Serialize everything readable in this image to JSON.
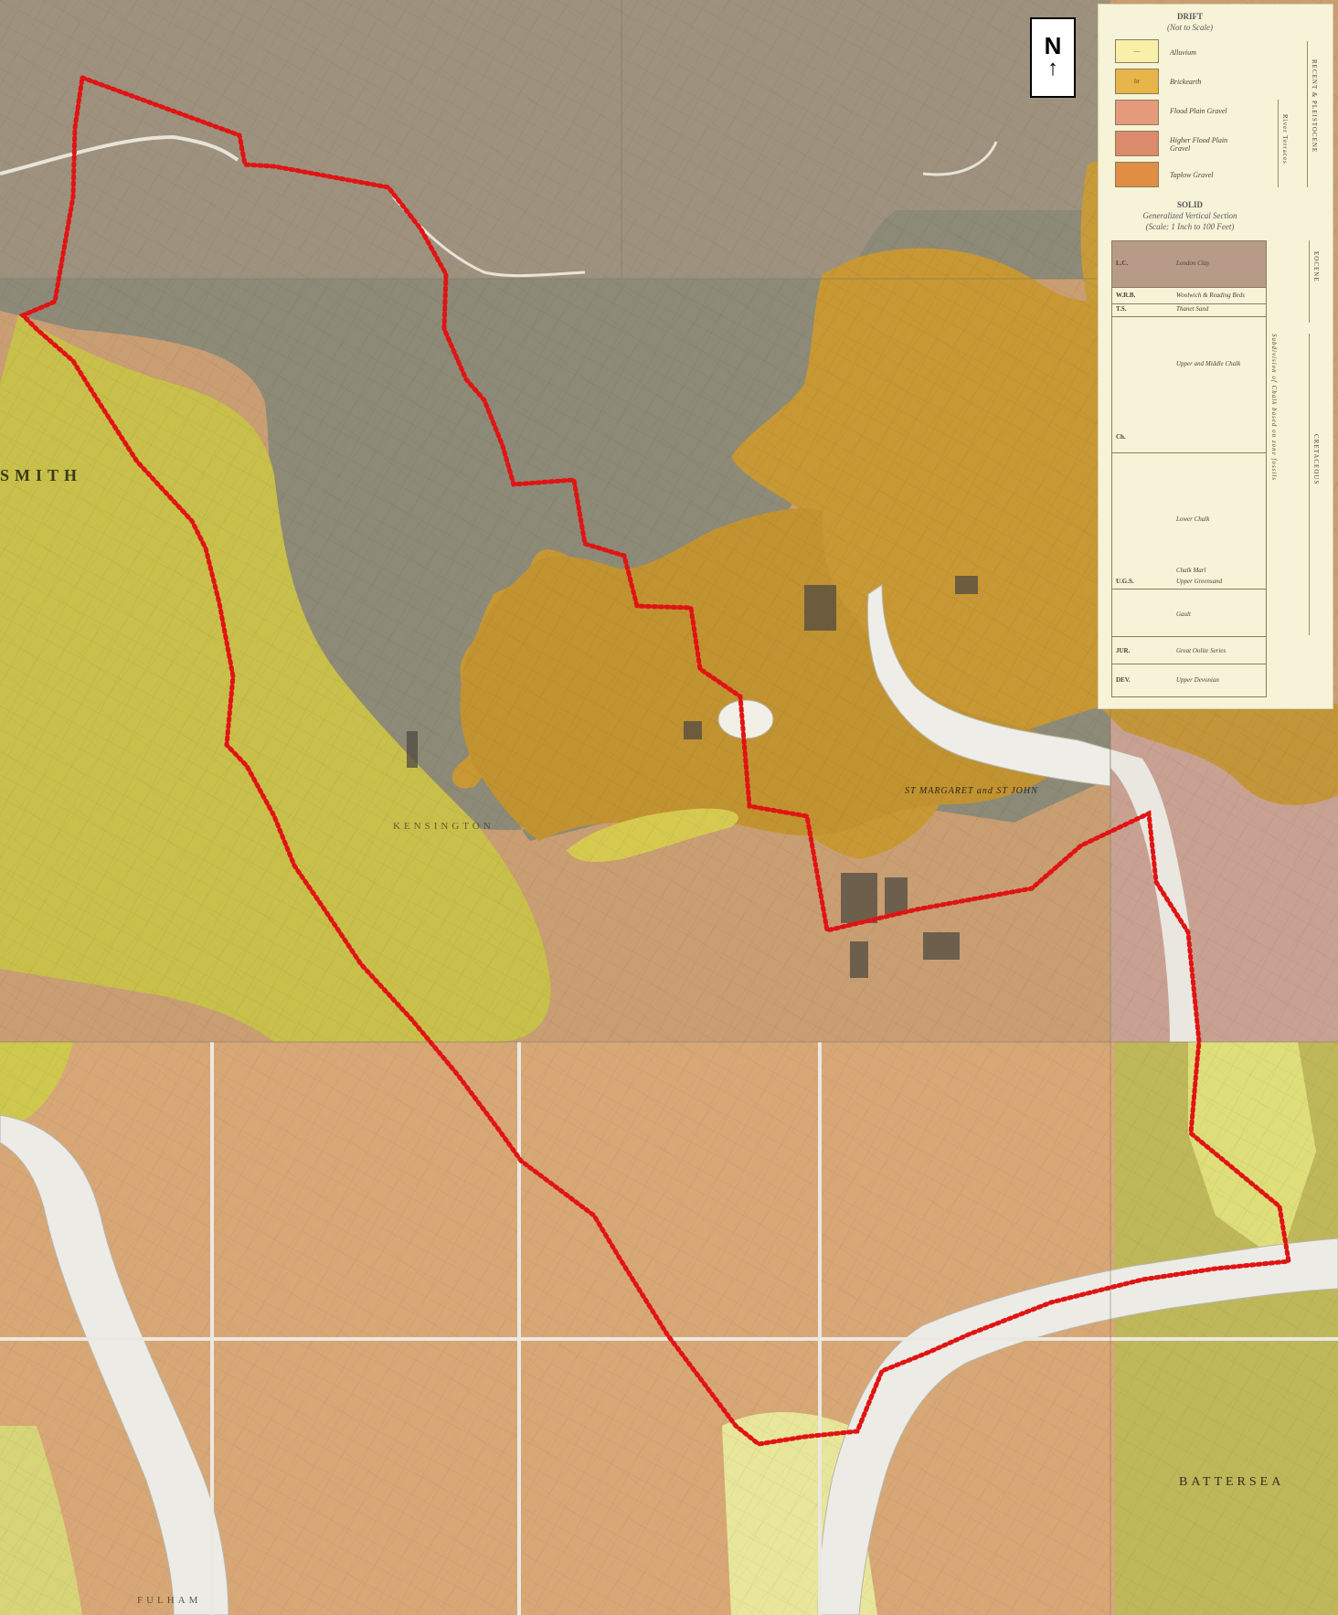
{
  "compass": {
    "label": "N",
    "arrow": "↑",
    "icon": "north-arrow-icon"
  },
  "colors": {
    "background": "#c89c70",
    "london_clay": "#8a8672",
    "brickearth": "#d4a12c",
    "flood_plain_gravel": "#d7b2a2",
    "alluvium": "#eef17a",
    "river": "#f4f1ea",
    "grid_line": "#e6e2da",
    "boundary": "#e01414"
  },
  "legend": {
    "drift": {
      "title": "DRIFT",
      "subtitle": "(Not to Scale)",
      "side_label": "RECENT & PLEISTOCENE",
      "sub_side_label": "River Terraces",
      "items": [
        {
          "code": "—",
          "label": "Alluvium",
          "color": "#f8f0a8"
        },
        {
          "code": "br",
          "label": "Brickearth",
          "color": "#e7b54a"
        },
        {
          "code": "",
          "label": "Flood Plain Gravel",
          "color": "#e59a7c"
        },
        {
          "code": "",
          "label": "Higher Flood Plain Gravel",
          "color": "#dc8a6c"
        },
        {
          "code": "",
          "label": "Taplow Gravel",
          "color": "#e08e43"
        }
      ]
    },
    "solid": {
      "title": "SOLID",
      "subtitle": "Generalized Vertical Section",
      "scale": "(Scale: 1 Inch to 100 Feet)",
      "side_label_eocene": "EOCENE",
      "side_label_cretaceous": "CRETACEOUS",
      "rows": [
        {
          "code": "L.C.",
          "label": "London Clay",
          "color": "#b89a88"
        },
        {
          "code": "W.R.B.",
          "label": "Woolwich & Reading Beds",
          "color": "#f7f3d8"
        },
        {
          "code": "T.S.",
          "label": "Thanet Sand",
          "color": "#f7f3d8"
        },
        {
          "code": "",
          "label": "Upper and Middle Chalk",
          "color": "#f7f3d8"
        },
        {
          "code": "Ch.",
          "label": "",
          "color": "#f7f3d8"
        },
        {
          "code": "",
          "label": "Lower Chalk",
          "color": "#f7f3d8"
        },
        {
          "code": "",
          "label": "Chalk Marl",
          "color": "#f7f3d8"
        },
        {
          "code": "U.G.S.",
          "label": "Upper Greensand",
          "color": "#f7f3d8"
        },
        {
          "code": "",
          "label": "Gault",
          "color": "#f7f3d8"
        },
        {
          "code": "JUR.",
          "label": "Great Oolite Series",
          "color": "#f7f3d8"
        },
        {
          "code": "DEV.",
          "label": "Upper Devonian",
          "color": "#f7f3d8"
        }
      ],
      "vertical_note": "Subdivision of Chalk based on zone fossils"
    }
  },
  "places": [
    {
      "name": "SMITH",
      "kind": "district"
    },
    {
      "name": "KENSINGTON",
      "kind": "district"
    },
    {
      "name": "FULHAM",
      "kind": "district"
    },
    {
      "name": "BATTERSEA",
      "kind": "district"
    },
    {
      "name": "ST MARGARET and ST JOHN",
      "kind": "parish"
    }
  ]
}
